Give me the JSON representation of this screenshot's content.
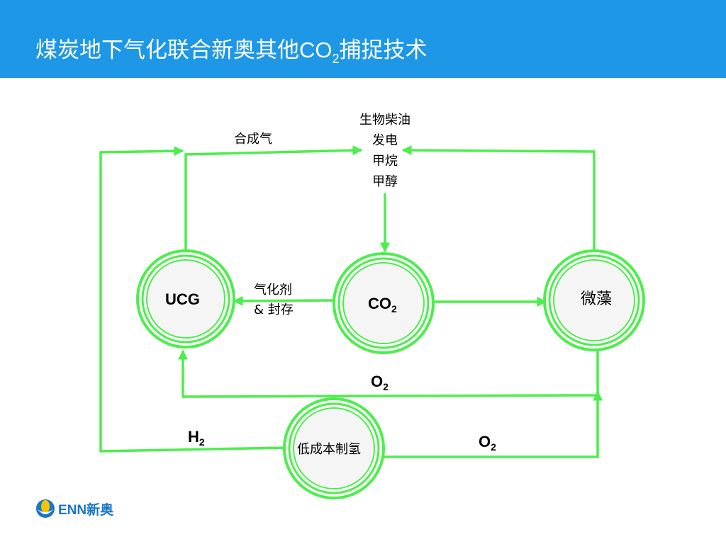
{
  "header": {
    "title_prefix": "煤炭地下气化联合新奥其他",
    "title_chem": "CO",
    "title_sub": "2",
    "title_suffix": "捕捉技术"
  },
  "diagram": {
    "nodes": {
      "ucg": "UCG",
      "co2_main": "CO",
      "co2_sub": "2",
      "microalgae": "微藻",
      "hydrogen_production": "低成本制氢"
    },
    "edges": {
      "syngas": "合成气",
      "gasifying_agent_line1": "气化剂",
      "gasifying_agent_line2": "& 封存",
      "o2_upper_main": "O",
      "o2_upper_sub": "2",
      "h2_main": "H",
      "h2_sub": "2",
      "o2_lower_main": "O",
      "o2_lower_sub": "2"
    },
    "products": [
      "生物柴油",
      "发电",
      "甲烷",
      "甲醇"
    ]
  },
  "colors": {
    "header_blue": "#1d97e6",
    "arrow_green": "#4cee4c",
    "circle_fill": "#f5f5f5",
    "logo_blue": "#1976c8",
    "logo_yellow": "#f5c400"
  },
  "logo": {
    "text": "ENN新奥"
  }
}
